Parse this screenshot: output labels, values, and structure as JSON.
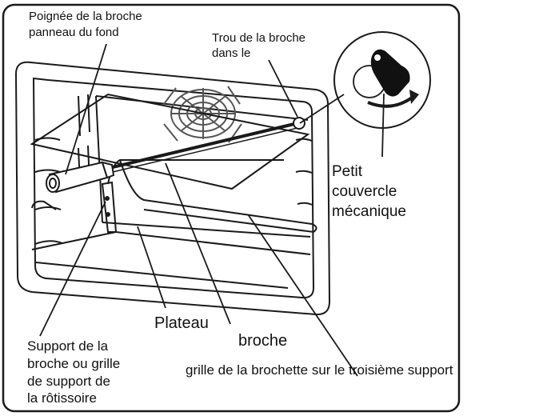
{
  "labels": {
    "handle_line1": "Poignée de la broche",
    "handle_line2": "panneau du fond",
    "hole_line1": "Trou de la broche",
    "hole_line2": "dans le",
    "cover_line1": "Petit",
    "cover_line2": "couvercle",
    "cover_line3": "mécanique",
    "plateau": "Plateau",
    "broche": "broche",
    "support_line1": "Support de la",
    "support_line2": "broche ou grille",
    "support_line3": "de support de",
    "support_line4": "la rôtissoire",
    "grille": "grille de la brochette sur le troisième support"
  },
  "icons": {
    "fan": "fan-grille-icon",
    "detail": "mechanical-cover-detail-icon",
    "rotation": "rotation-arrow-icon"
  },
  "colors": {
    "line": "#1a1a1a",
    "background": "#ffffff",
    "fan": "#555555"
  }
}
